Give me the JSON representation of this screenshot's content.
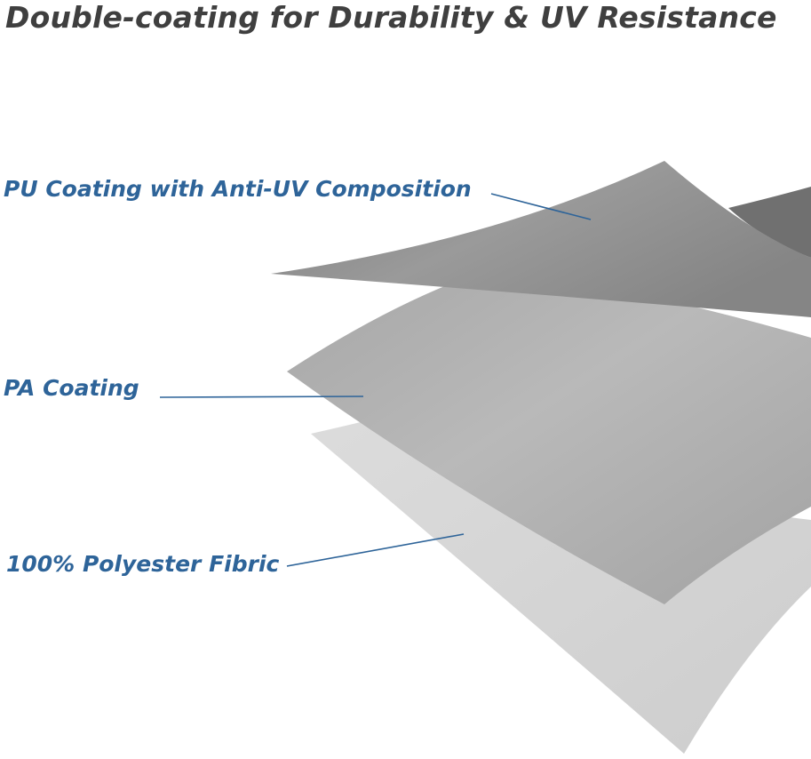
{
  "title": "Double-coating for Durability & UV Resistance",
  "colors": {
    "title": "#3f3f3f",
    "label": "#2e6499",
    "leader": "#2e6499",
    "layer_pu": "#8c8c8c",
    "layer_pu_dark": "#6f6f6f",
    "layer_pa": "#a9a9a9",
    "layer_polyester": "#d4d4d4"
  },
  "layers": [
    {
      "label": "PU Coating with Anti-UV Composition"
    },
    {
      "label": "PA Coating"
    },
    {
      "label": "100% Polyester Fibric"
    }
  ]
}
